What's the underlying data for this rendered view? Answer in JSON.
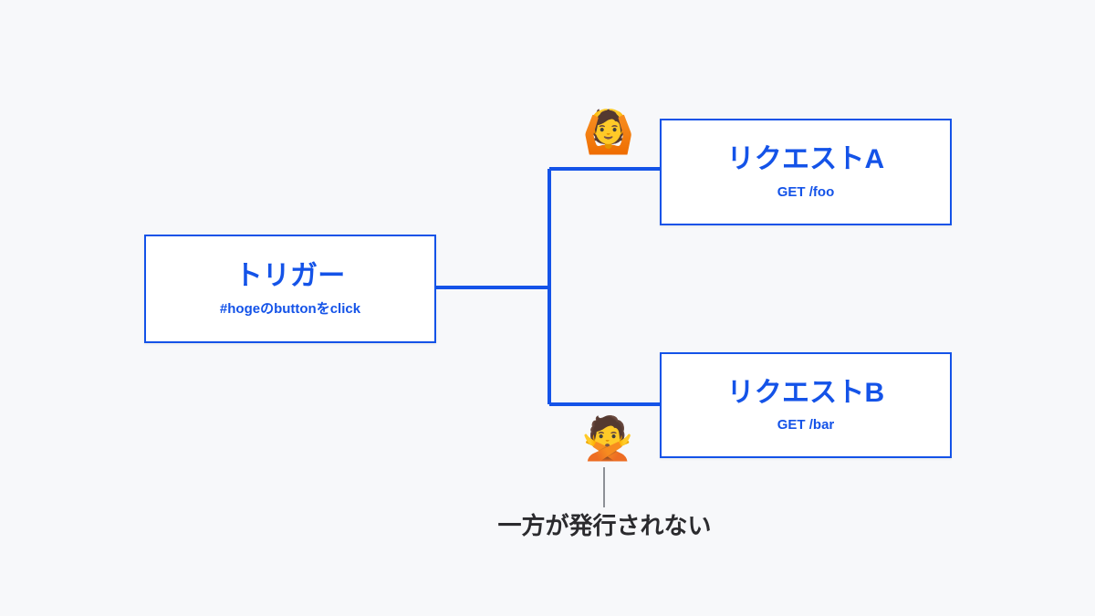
{
  "diagram": {
    "background_color": "#f7f8fa",
    "accent_color": "#1453e8",
    "annotation_color": "#2b2b2e",
    "nodes": [
      {
        "id": "trigger",
        "title": "トリガー",
        "subtitle": "#hogeのbuttonをclick"
      },
      {
        "id": "request-a",
        "title": "リクエストA",
        "subtitle": "GET /foo"
      },
      {
        "id": "request-b",
        "title": "リクエストB",
        "subtitle": "GET /bar"
      }
    ],
    "markers": [
      {
        "id": "ok",
        "icon": "person-gesturing-ok-emoji",
        "glyph": "🙆"
      },
      {
        "id": "no",
        "icon": "person-gesturing-no-emoji",
        "glyph": "🙅"
      }
    ],
    "annotation": {
      "text": "一方が発行されない"
    }
  }
}
